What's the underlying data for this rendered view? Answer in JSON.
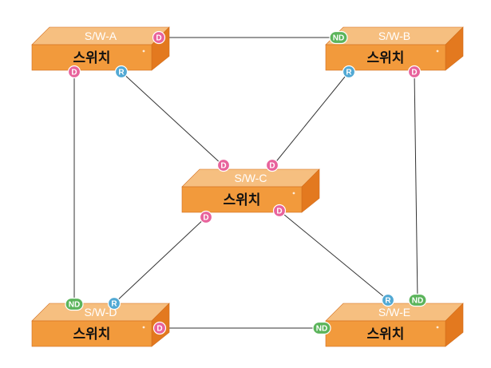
{
  "colors": {
    "switch_top": "#f6bf80",
    "switch_front": "#f29a3c",
    "switch_side": "#e3791f",
    "switch_edge": "#d36d1b",
    "badge_D": "#e8639c",
    "badge_R": "#52a9d4",
    "badge_ND": "#5bb45b",
    "link": "#333333"
  },
  "switches": [
    {
      "id": "A",
      "title": "S/W-A",
      "label": "스위치"
    },
    {
      "id": "B",
      "title": "S/W-B",
      "label": "스위치"
    },
    {
      "id": "C",
      "title": "S/W-C",
      "label": "스위치"
    },
    {
      "id": "D",
      "title": "S/W-D",
      "label": "스위치"
    },
    {
      "id": "E",
      "title": "S/W-E",
      "label": "스위치"
    }
  ],
  "links": [
    {
      "from": "A",
      "to": "B",
      "from_port": "D",
      "to_port": "ND"
    },
    {
      "from": "A",
      "to": "D",
      "from_port": "D",
      "to_port": "ND"
    },
    {
      "from": "A",
      "to": "C",
      "from_port": "R",
      "to_port": "D"
    },
    {
      "from": "B",
      "to": "C",
      "from_port": "R",
      "to_port": "D"
    },
    {
      "from": "B",
      "to": "E",
      "from_port": "D",
      "to_port": "ND"
    },
    {
      "from": "C",
      "to": "D",
      "from_port": "D",
      "to_port": "R"
    },
    {
      "from": "C",
      "to": "E",
      "from_port": "D",
      "to_port": "R"
    },
    {
      "from": "D",
      "to": "E",
      "from_port": "D",
      "to_port": "ND"
    }
  ]
}
